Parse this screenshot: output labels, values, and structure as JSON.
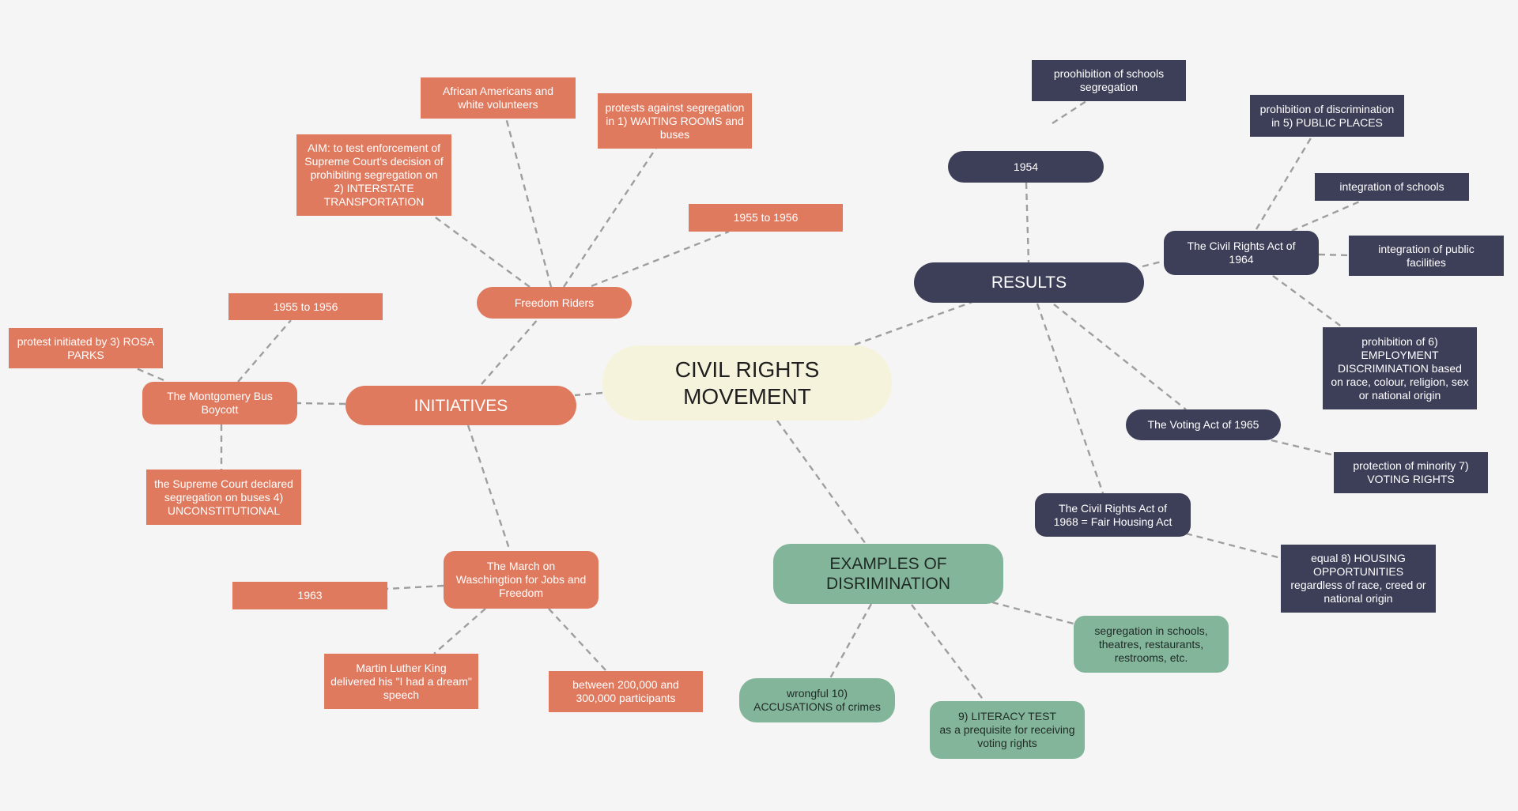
{
  "center": "CIVIL RIGHTS\nMOVEMENT",
  "branches": {
    "initiatives": "INITIATIVES",
    "results": "RESULTS",
    "examples": "EXAMPLES OF\nDISRIMINATION"
  },
  "initiatives": {
    "freedom_riders": {
      "label": "Freedom Riders",
      "details": {
        "participants": "African Americans and\nwhite volunteers",
        "protests": "protests against segregation\nin 1) WAITING ROOMS and\nbuses",
        "aim": "AIM: to test enforcement of\nSupreme Court's decision of\nprohibiting segregation on\n2) INTERSTATE\nTRANSPORTATION",
        "dates": "1955 to 1956"
      }
    },
    "montgomery": {
      "label": "The Montgomery Bus\nBoycott",
      "details": {
        "dates": "1955 to 1956",
        "parks": "protest initiated by 3) ROSA\nPARKS",
        "ruling": "the Supreme Court declared\nsegregation on buses 4)\nUNCONSTITUTIONAL"
      }
    },
    "march": {
      "label": "The March on\nWaschingtion for Jobs and\nFreedom",
      "details": {
        "year": "1963",
        "mlk": "Martin Luther King\ndelivered his \"I had a dream\"\nspeech",
        "participants": "between 200,000 and\n300,000 participants"
      }
    }
  },
  "results": {
    "y1954": {
      "label": "1954",
      "detail": "proohibition of schools\nsegregation"
    },
    "act1964": {
      "label": "The Civil Rights Act of\n1964",
      "details": {
        "public_places": "prohibition of discrimination\nin 5) PUBLIC PLACES",
        "schools": "integration of schools",
        "facilities": "integration of public\nfacilities",
        "employment": "prohibition of 6)\nEMPLOYMENT\nDISCRIMINATION based\non race, colour, religion, sex\nor national origin"
      }
    },
    "voting": {
      "label": "The Voting Act of 1965",
      "detail": "protection of minority 7)\nVOTING RIGHTS"
    },
    "act1968": {
      "label": "The Civil Rights Act of\n1968 = Fair Housing Act",
      "detail": "equal 8) HOUSING\nOPPORTUNITIES\nregardless of race, creed or\nnational origin"
    }
  },
  "examples": {
    "segregation": "segregation in schools,\ntheatres, restaurants,\nrestrooms, etc.",
    "literacy": "9) LITERACY TEST\nas a prequisite for receiving\nvoting rights",
    "accusations": "wrongful 10)\nACCUSATIONS of crimes"
  },
  "colors": {
    "initiatives": "#e07a5f",
    "results": "#3d3f58",
    "examples": "#83b59b",
    "center": "#f6f3dc",
    "connector": "#9e9e9e",
    "background": "#f5f5f5"
  }
}
